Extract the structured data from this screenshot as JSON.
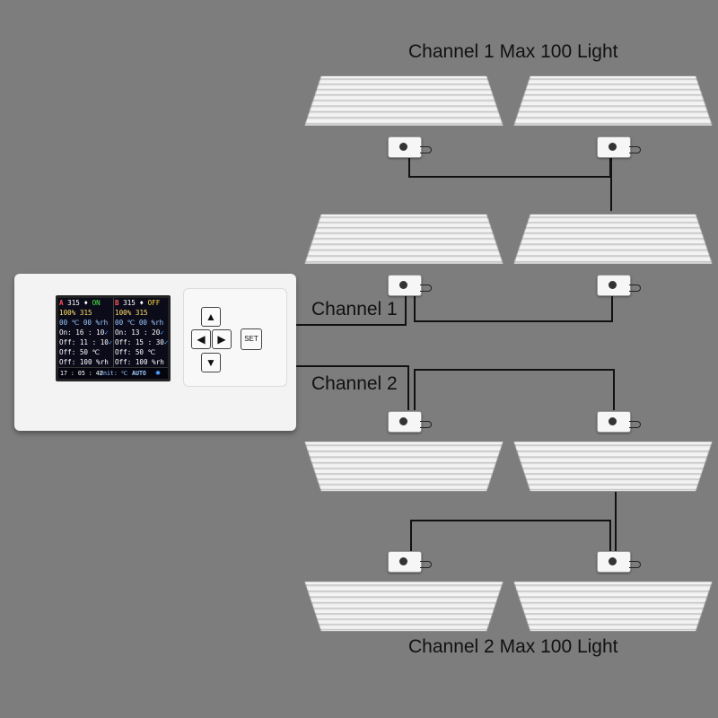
{
  "labels": {
    "channel1_max": "Channel 1 Max 100 Light",
    "channel2_max": "Channel 2 Max 100 Light",
    "channel1": "Channel 1",
    "channel2": "Channel 2"
  },
  "screen": {
    "channel_a": {
      "letter": "A",
      "power": "315",
      "state": "ON",
      "level": "100%",
      "level_max": "315",
      "temp": "00 ℃",
      "humidity": "00 %rh",
      "on_time": "On: 16 : 10",
      "off_time": "Off: 11 : 10",
      "off_temp": "Off:  50 ℃",
      "off_humidity": "Off:  100 %rh"
    },
    "channel_b": {
      "letter": "B",
      "power": "315",
      "state": "OFF",
      "level": "100%",
      "level_max": "315",
      "temp": "00 ℃",
      "humidity": "00 %rh",
      "on_time": "On: 13 : 20",
      "off_time": "Off: 15 : 30",
      "off_temp": "Off:  50 ℃",
      "off_humidity": "Off:  100 %rh"
    },
    "clock": "17 : 05 : 42",
    "unit": "Unit: ℃",
    "mode": "AUTO"
  },
  "keypad": {
    "up": "▲",
    "down": "▼",
    "left": "◀",
    "right": "▶",
    "set": "SET"
  },
  "icons": {
    "gear": "gear-icon",
    "bulb": "bulb-icon"
  },
  "colors": {
    "background": "#7d7d7d",
    "wire": "#111111",
    "screen_bg": "#0b0b1a"
  }
}
